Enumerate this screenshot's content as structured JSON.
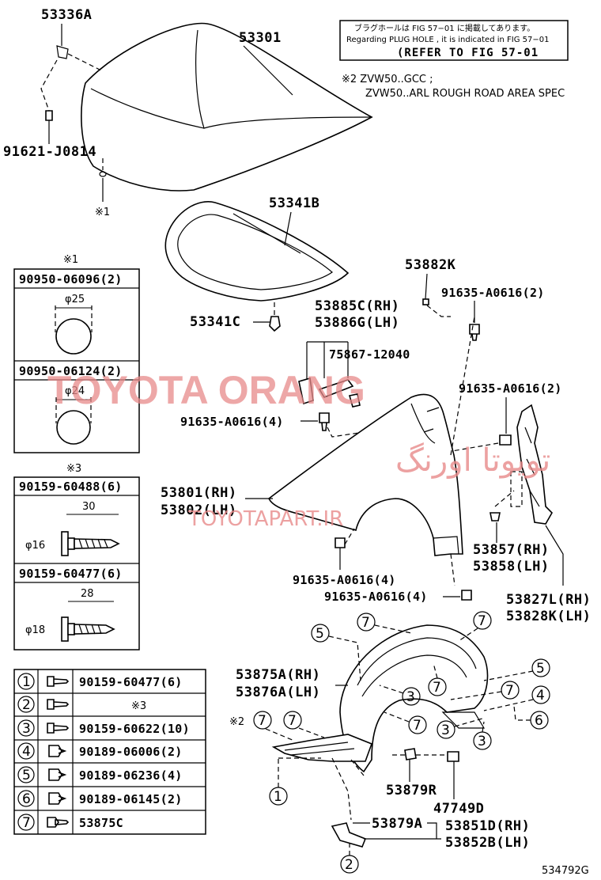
{
  "refbox": {
    "line_jp": "ブラグホールは FIG 57−01 に掲載してあります。",
    "line_en": "Regarding  PLUG  HOLE , it is indicated in FIG 57−01",
    "line_ref": "(REFER TO FIG 57-01"
  },
  "note2": {
    "line1": "※2 ZVW50..GCC ;",
    "line2": "ZVW50..ARL  ROUGH ROAD AREA SPEC"
  },
  "parts": {
    "p53336A": "53336A",
    "p53301": "53301",
    "p91621": "91621-J0814",
    "mark1": "※1",
    "p53341B": "53341B",
    "p53341C": "53341C",
    "p53882K": "53882K",
    "p91635_top": "91635-A0616(2)",
    "p53885C": "53885C(RH)",
    "p53886G": "53886G(LH)",
    "p75867": "75867-12040",
    "p91635_right": "91635-A0616(2)",
    "p91635_left": "91635-A0616(4)",
    "p53801": "53801(RH)",
    "p53802": "53802(LH)",
    "p53857": "53857(RH)",
    "p53858": "53858(LH)",
    "p91635_low1": "91635-A0616(4)",
    "p91635_low2": "91635-A0616(4)",
    "p53827L": "53827L(RH)",
    "p53828K": "53828K(LH)",
    "p53875A": "53875A(RH)",
    "p53876A": "53876A(LH)",
    "mark2": "※2",
    "p53879R": "53879R",
    "p47749D": "47749D",
    "p53879A": "53879A",
    "p53851D": "53851D(RH)",
    "p53852B": "53852B(LH)"
  },
  "plug_table": {
    "title": "※1",
    "rows": [
      {
        "part": "90950-06096(2)",
        "dia": "φ25"
      },
      {
        "part": "90950-06124(2)",
        "dia": "φ24"
      }
    ]
  },
  "screw_table": {
    "title": "※3",
    "rows": [
      {
        "part": "90159-60488(6)",
        "len": "30",
        "dia": "φ16"
      },
      {
        "part": "90159-60477(6)",
        "len": "28",
        "dia": "φ18"
      }
    ]
  },
  "legend": {
    "rows": [
      {
        "num": "1",
        "part": "90159-60477(6)"
      },
      {
        "num": "2",
        "part": "※3"
      },
      {
        "num": "3",
        "part": "90159-60622(10)"
      },
      {
        "num": "4",
        "part": "90189-06006(2)"
      },
      {
        "num": "5",
        "part": "90189-06236(4)"
      },
      {
        "num": "6",
        "part": "90189-06145(2)"
      },
      {
        "num": "7",
        "part": "53875C"
      }
    ]
  },
  "callouts": {
    "c5a": "5",
    "c7a": "7",
    "c7b": "7",
    "c7c": "7",
    "c5b": "5",
    "c3a": "3",
    "c7d": "7",
    "c4": "4",
    "c6": "6",
    "c3b": "3",
    "c3c": "3",
    "c7e": "7",
    "c7f": "7",
    "c7g": "7",
    "c1": "1",
    "c2": "2"
  },
  "watermark": {
    "latin": "TOYOTA ORANG",
    "persian": "تویوتا اورنگ",
    "site": "TOYOTAPART.IR"
  },
  "figure_id": "534792G"
}
